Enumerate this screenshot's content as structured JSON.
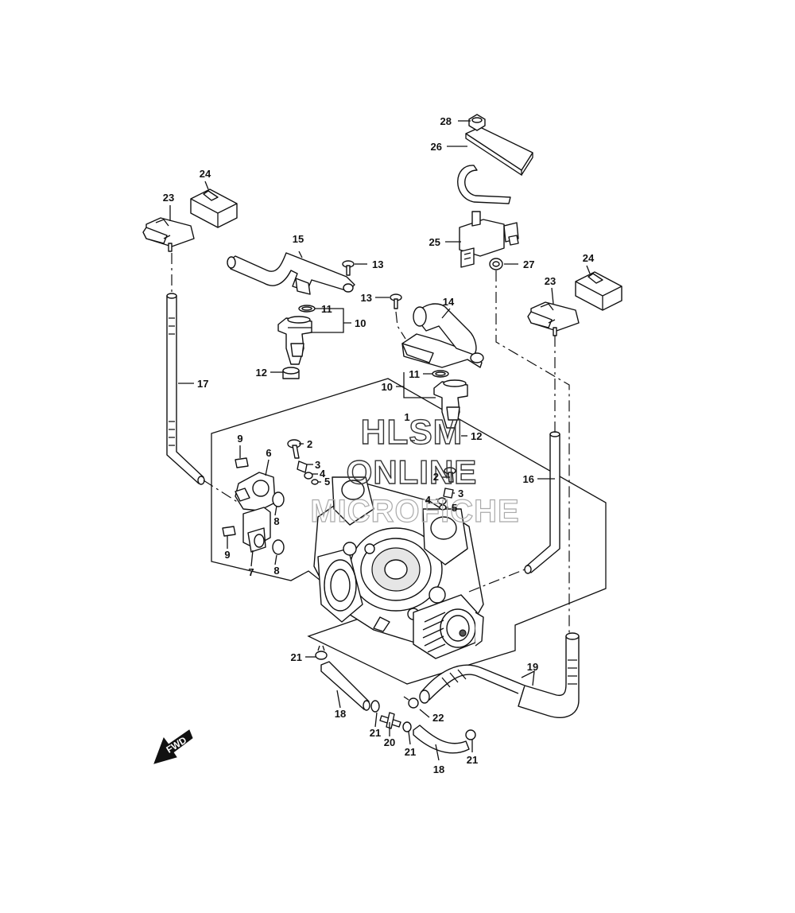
{
  "watermark": {
    "line1": "HLSM",
    "line2": "ONLINE",
    "line3": "MICROFICHE"
  },
  "direction_badge": {
    "label": "FWD",
    "icon": "arrow-left-down-icon"
  },
  "callouts": {
    "c1": "1",
    "c2a": "2",
    "c2b": "2",
    "c3a": "3",
    "c3b": "3",
    "c4a": "4",
    "c4b": "4",
    "c5a": "5",
    "c5b": "5",
    "c6": "6",
    "c7": "7",
    "c8a": "8",
    "c8b": "8",
    "c9a": "9",
    "c9b": "9",
    "c10a": "10",
    "c10b": "10",
    "c11a": "11",
    "c11b": "11",
    "c12a": "12",
    "c12b": "12",
    "c13a": "13",
    "c13b": "13",
    "c14": "14",
    "c15": "15",
    "c16": "16",
    "c17": "17",
    "c18a": "18",
    "c18b": "18",
    "c19": "19",
    "c20": "20",
    "c21a": "21",
    "c21b": "21",
    "c21c": "21",
    "c21d": "21",
    "c22": "22",
    "c23a": "23",
    "c23b": "23",
    "c24a": "24",
    "c24b": "24",
    "c25": "25",
    "c26": "26",
    "c27": "27",
    "c28": "28"
  }
}
